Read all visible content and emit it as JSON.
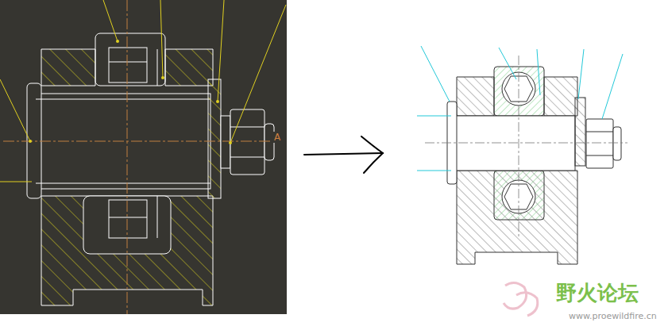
{
  "diagram": {
    "labels": [
      "A",
      "野火论坛",
      "www.proewildfire.cn"
    ]
  }
}
